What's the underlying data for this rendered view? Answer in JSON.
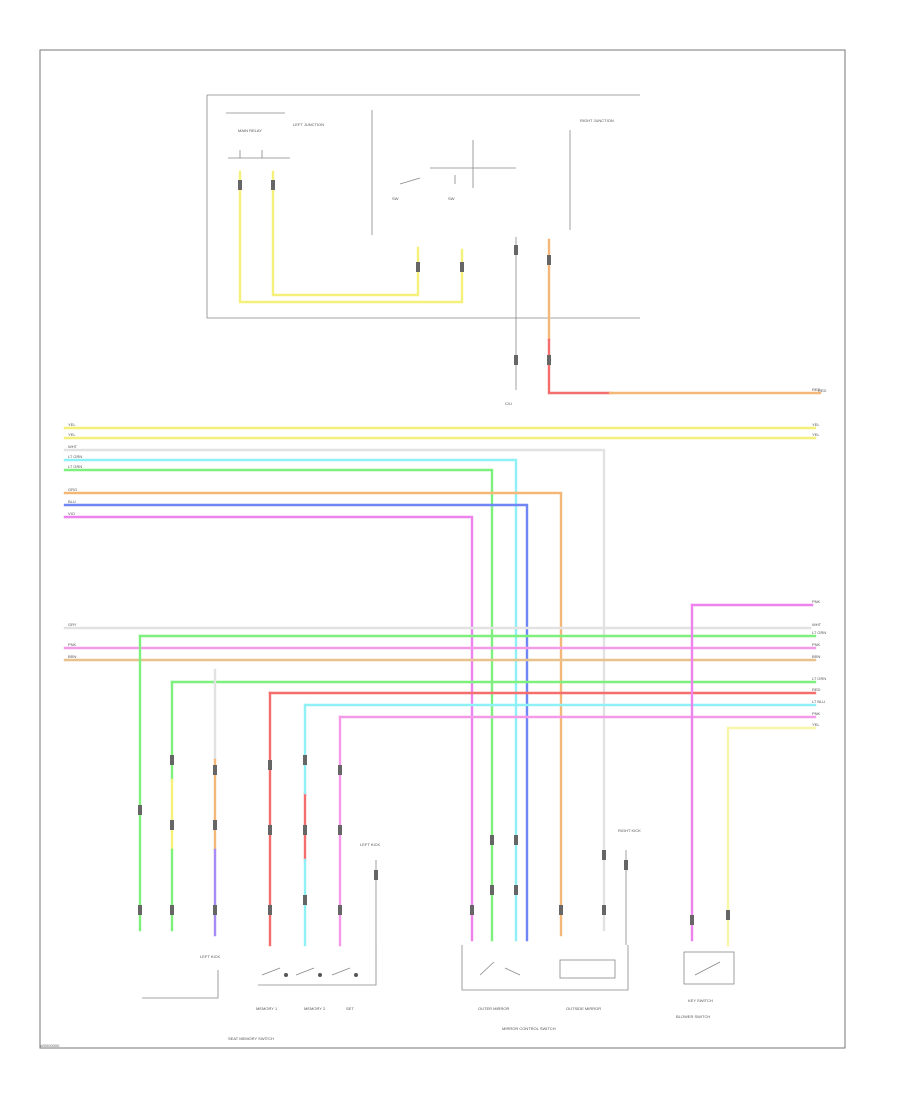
{
  "diagram": {
    "page_code": "W0000000",
    "labels": {
      "main_relay": "MAIN RELAY",
      "left_junction": "LEFT JUNCTION",
      "right_junction": "RIGHT JUNCTION",
      "sw_left": "SW",
      "sw_right": "SW",
      "connector_center": "C/U",
      "r_wire_end": "RED",
      "top_right_1": "YEL",
      "top_right_2": "YEL",
      "left_fuse": "LEFT KICK",
      "right_fuse": "RIGHT KICK",
      "memory_1": "MEMORY 1",
      "memory_2": "MEMORY 2",
      "set": "SET",
      "seat_memory_switch": "SEAT MEMORY SWITCH",
      "mirror_control": "MIRROR CONTROL SWITCH",
      "outer_mirror": "OUTER MIRROR",
      "outside_mirror": "OUTSIDE MIRROR",
      "key_switch": "KEY SWITCH",
      "key_switch_unit": "BLOWER SWITCH"
    },
    "wire_colors": {
      "yellow": "#f5f07a",
      "light_yellow": "#faf6a8",
      "cyan": "#8ff0f5",
      "green": "#7ef07e",
      "orange": "#f5b777",
      "violet": "#a88af5",
      "blue": "#6f86f5",
      "pink": "#f59ae8",
      "magenta": "#ee83ee",
      "red": "#f56e6e",
      "tan": "#e8c28c",
      "light_gray": "#e2e2e2",
      "gray_line": "#cfcfcf"
    },
    "left_codes": [
      "YEL",
      "YEL",
      "WHT",
      "LT GRN",
      "LT GRN",
      "ORG",
      "BLU",
      "VIO",
      "GRY",
      "PNK",
      "BRN"
    ],
    "right_codes": [
      "RED",
      "YEL",
      "YEL",
      "PNK",
      "WHT",
      "LT GRN",
      "PNK",
      "BRN",
      "LT GRN",
      "RED",
      "LT BLU",
      "PNK",
      "YEL"
    ]
  }
}
